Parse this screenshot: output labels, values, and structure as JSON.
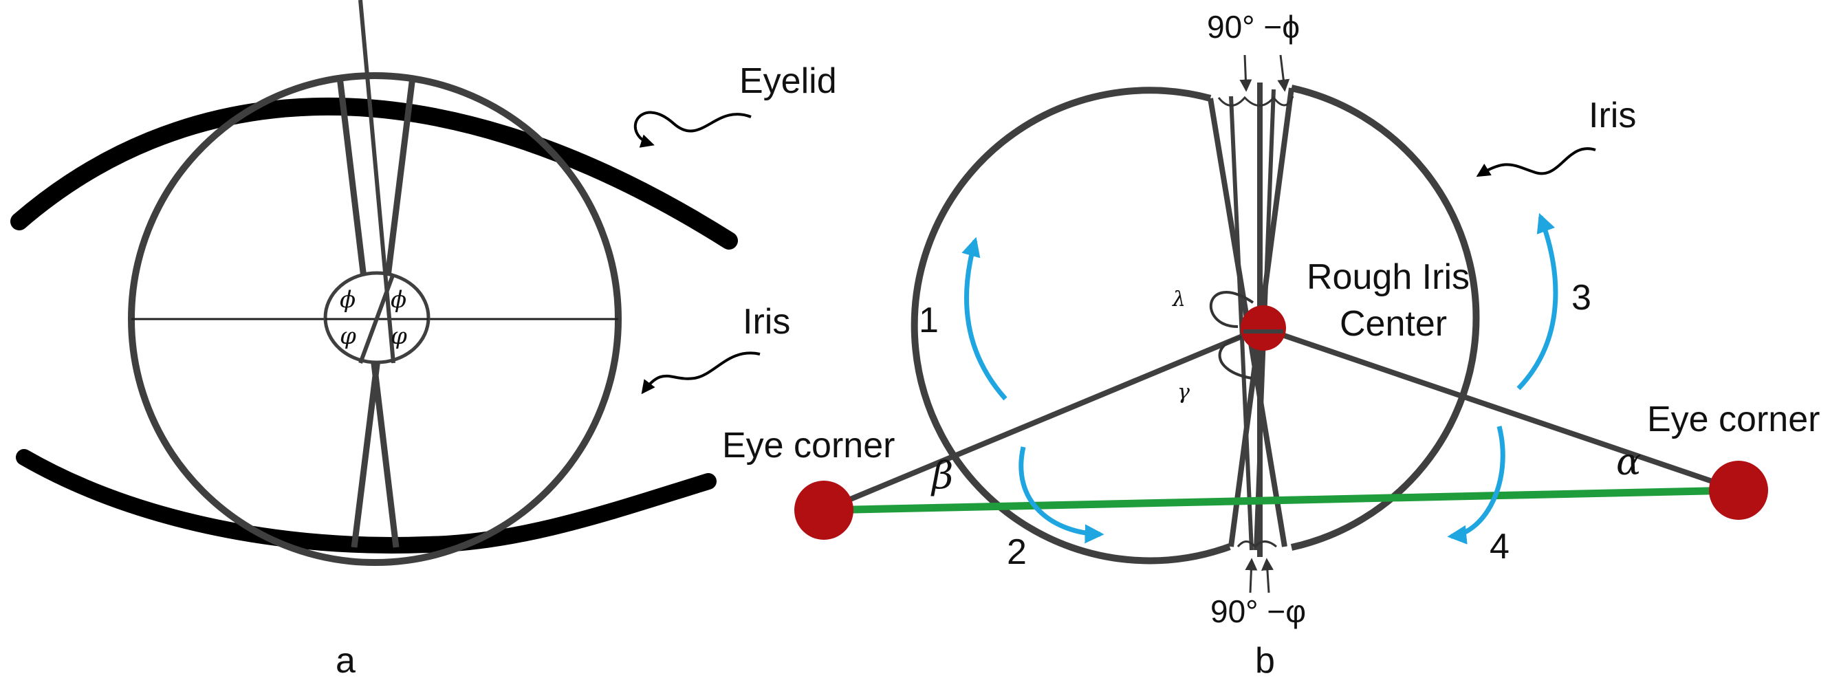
{
  "colors": {
    "outline": "#3f3f3f",
    "thin_line": "#222222",
    "eyelid": "#000000",
    "arrow_black": "#000000",
    "arrow_blue": "#1fa6e0",
    "corner_dot": "#b10f12",
    "baseline_green": "#1f9d3c"
  },
  "panel_a": {
    "label": "a",
    "eyelid_label": "Eyelid",
    "iris_label": "Iris",
    "phi_symbol": "ϕ",
    "varphi_symbol": "φ"
  },
  "panel_b": {
    "label": "b",
    "iris_label": "Iris",
    "center_label_line1": "Rough Iris",
    "center_label_line2": "Center",
    "left_corner_label": "Eye corner",
    "right_corner_label": "Eye corner",
    "top_angle_label": "90° −ϕ",
    "bottom_angle_label": "90° −φ",
    "lambda_symbol": "λ",
    "gamma_symbol": "γ",
    "beta_symbol": "β",
    "alpha_symbol": "α",
    "step_labels": [
      "1",
      "2",
      "3",
      "4"
    ]
  }
}
